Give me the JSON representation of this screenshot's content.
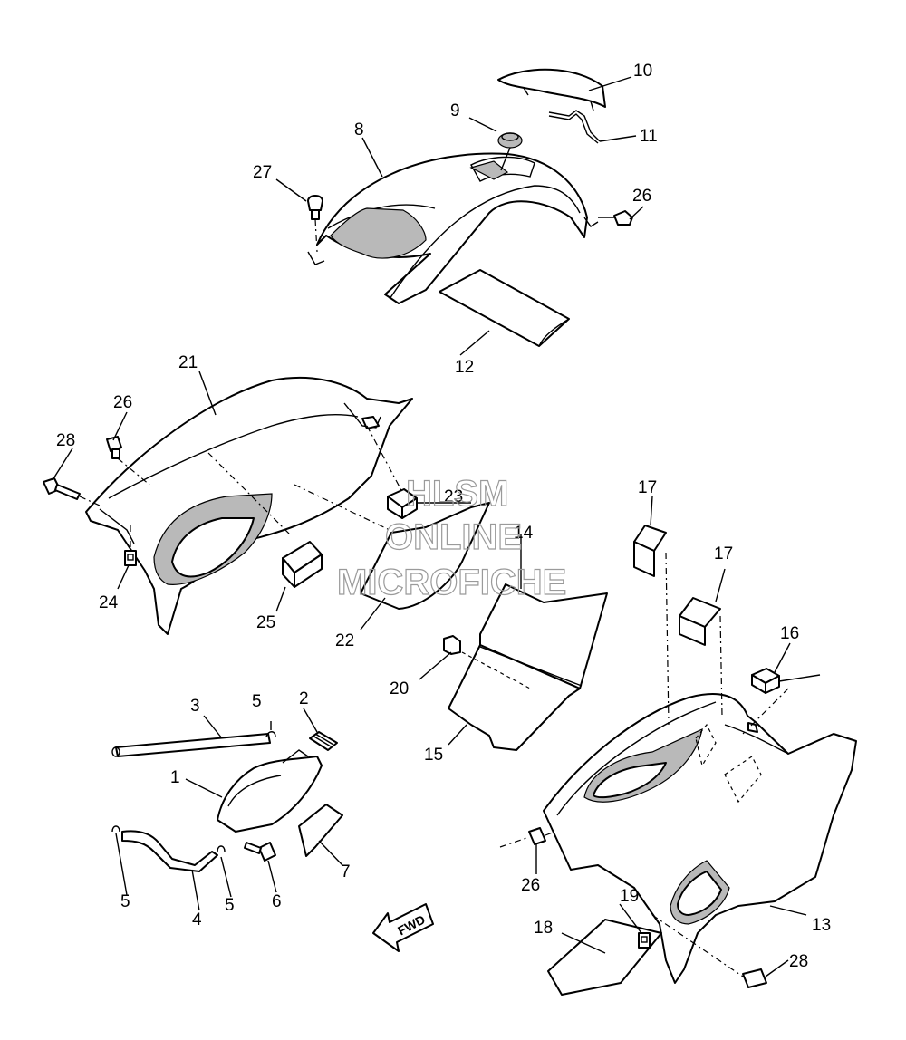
{
  "watermark": {
    "line1": "HLSM",
    "line2": "ONLINE",
    "line3": "MICROFICHE"
  },
  "direction_arrow": {
    "label": "FWD"
  },
  "callouts": [
    {
      "id": "c1",
      "text": "1"
    },
    {
      "id": "c2",
      "text": "2"
    },
    {
      "id": "c3",
      "text": "3"
    },
    {
      "id": "c4",
      "text": "4"
    },
    {
      "id": "c5a",
      "text": "5"
    },
    {
      "id": "c5b",
      "text": "5"
    },
    {
      "id": "c5c",
      "text": "5"
    },
    {
      "id": "c6",
      "text": "6"
    },
    {
      "id": "c7",
      "text": "7"
    },
    {
      "id": "c8",
      "text": "8"
    },
    {
      "id": "c9",
      "text": "9"
    },
    {
      "id": "c10",
      "text": "10"
    },
    {
      "id": "c11",
      "text": "11"
    },
    {
      "id": "c12",
      "text": "12"
    },
    {
      "id": "c13",
      "text": "13"
    },
    {
      "id": "c14",
      "text": "14"
    },
    {
      "id": "c15",
      "text": "15"
    },
    {
      "id": "c16",
      "text": "16"
    },
    {
      "id": "c17a",
      "text": "17"
    },
    {
      "id": "c17b",
      "text": "17"
    },
    {
      "id": "c18",
      "text": "18"
    },
    {
      "id": "c19",
      "text": "19"
    },
    {
      "id": "c20",
      "text": "20"
    },
    {
      "id": "c21",
      "text": "21"
    },
    {
      "id": "c22",
      "text": "22"
    },
    {
      "id": "c23",
      "text": "23"
    },
    {
      "id": "c24",
      "text": "24"
    },
    {
      "id": "c25",
      "text": "25"
    },
    {
      "id": "c26a",
      "text": "26"
    },
    {
      "id": "c26b",
      "text": "26"
    },
    {
      "id": "c26c",
      "text": "26"
    },
    {
      "id": "c27",
      "text": "27"
    },
    {
      "id": "c28a",
      "text": "28"
    },
    {
      "id": "c28b",
      "text": "28"
    }
  ]
}
